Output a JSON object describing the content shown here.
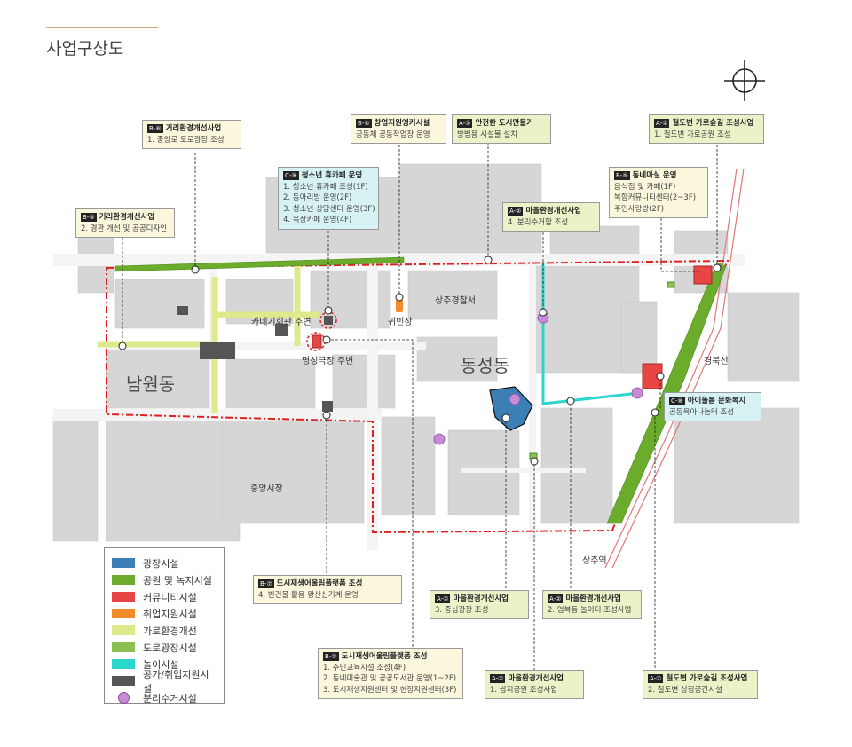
{
  "page": {
    "title": "사업구상도"
  },
  "colors": {
    "plaza": "#3b7fb6",
    "park": "#6bac2c",
    "community": "#e84545",
    "job": "#f08a2a",
    "street": "#dde98a",
    "road_plaza": "#8cc152",
    "play": "#2bd6cc",
    "vacant": "#555555",
    "recycle": "#c98ad8",
    "boundary": "#e02020"
  },
  "place_labels": {
    "namwon": "남원동",
    "dongseong": "동성동",
    "police": "상주경찰서",
    "guibin": "귀빈장",
    "kanet": "카네기회관 주변",
    "myeongseong": "명성극장 주변",
    "market": "중앙시장",
    "gyeongbuk": "경북선",
    "sangju_station": "상주역"
  },
  "callouts": [
    {
      "id": "b6a",
      "code": "B-⑥",
      "title": "거리환경개선사업",
      "lines": [
        "1. 중앙로 도로광장 조성"
      ],
      "style": "yellow"
    },
    {
      "id": "b6b",
      "code": "B-⑥",
      "title": "거리환경개선사업",
      "lines": [
        "2. 경관 개선 및 공공디자인"
      ],
      "style": "yellow"
    },
    {
      "id": "c9",
      "code": "C-⑨",
      "title": "청소년 휴카페 운영",
      "lines": [
        "1. 청소년 휴카페 조성(1F)",
        "2. 동아리방 운영(2F)",
        "3. 청소년 상담센터 운영(3F)",
        "4. 옥상카페 운영(4F)"
      ],
      "style": "cyan"
    },
    {
      "id": "b4",
      "code": "B-④",
      "title": "창업지원앵커시설",
      "lines": [
        "공동체 공동작업장 운영"
      ],
      "style": "yellow"
    },
    {
      "id": "a3",
      "code": "A-③",
      "title": "안전한 도시만들기",
      "lines": [
        "방범용 시설물 설치"
      ],
      "style": "green"
    },
    {
      "id": "a1a",
      "code": "A-①",
      "title": "철도변 가로숲길 조성사업",
      "lines": [
        "1. 철도변 가로공원 조성"
      ],
      "style": "green"
    },
    {
      "id": "b5",
      "code": "B-⑤",
      "title": "동네마실 운영",
      "lines": [
        "음식점 및 카페(1F)",
        "복합커뮤니티센터(2~3F)",
        "주민사랑방(2F)"
      ],
      "style": "yellow"
    },
    {
      "id": "a2a",
      "code": "A-②",
      "title": "마을환경개선사업",
      "lines": [
        "4. 분리수거함 조성"
      ],
      "style": "green"
    },
    {
      "id": "c8",
      "code": "C-⑧",
      "title": "아이돌봄 문화복지",
      "lines": [
        "공동육아나눔터 조성"
      ],
      "style": "cyan"
    },
    {
      "id": "b7a",
      "code": "B-⑦",
      "title": "도시재생어울림플랫폼 조성",
      "lines": [
        "4. 빈건물 활용 왕산신기계 운영"
      ],
      "style": "yellow"
    },
    {
      "id": "a2b",
      "code": "A-②",
      "title": "마을환경개선사업",
      "lines": [
        "3. 중심광장 조성"
      ],
      "style": "green"
    },
    {
      "id": "a2c",
      "code": "A-②",
      "title": "마을환경개선사업",
      "lines": [
        "2. 엄복동 놀이터 조성사업"
      ],
      "style": "green"
    },
    {
      "id": "b7b",
      "code": "B-⑦",
      "title": "도시재생어울림플랫폼 조성",
      "lines": [
        "1. 주민교육시설 조성(4F)",
        "2. 동네미술관 및 공공도서관 운영(1~2F)",
        "3. 도시재생지원센터 및 현장지원센터(3F)"
      ],
      "style": "yellow"
    },
    {
      "id": "a2d",
      "code": "A-②",
      "title": "마을환경개선사업",
      "lines": [
        "1. 쌈지공원 조성사업"
      ],
      "style": "green"
    },
    {
      "id": "a1b",
      "code": "A-①",
      "title": "철도변 가로숲길 조성사업",
      "lines": [
        "2. 철도변 상징공간시설"
      ],
      "style": "green"
    }
  ],
  "legend": [
    {
      "label": "광장시설",
      "color": "#3b7fb6",
      "shape": "rect"
    },
    {
      "label": "공원 및 녹지시설",
      "color": "#6bac2c",
      "shape": "rect"
    },
    {
      "label": "커뮤니티시설",
      "color": "#e84545",
      "shape": "rect"
    },
    {
      "label": "취업지원시설",
      "color": "#f08a2a",
      "shape": "rect"
    },
    {
      "label": "가로환경개선",
      "color": "#dde98a",
      "shape": "rect"
    },
    {
      "label": "도로광장시설",
      "color": "#8cc152",
      "shape": "rect"
    },
    {
      "label": "놀이시설",
      "color": "#2bd6cc",
      "shape": "rect"
    },
    {
      "label": "공가/취업지원시설",
      "color": "#555555",
      "shape": "rect"
    },
    {
      "label": "분리수거시설",
      "color": "#c98ad8",
      "shape": "circle"
    }
  ]
}
